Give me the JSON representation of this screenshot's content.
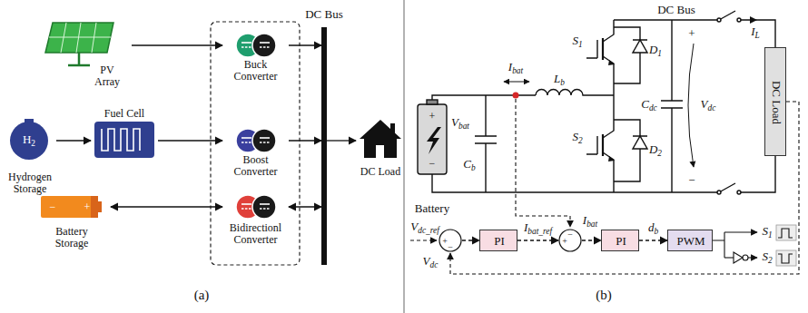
{
  "diagram": {
    "nodes": [
      {
        "text": [
          "PV Array"
        ]
      },
      {
        "text": [
          "H2",
          "Hydrogen Storage"
        ]
      },
      {
        "text": [
          "Fuel Cell"
        ]
      },
      {
        "text": [
          "Battery Storage"
        ]
      },
      {
        "text": [
          "Buck Converter"
        ]
      },
      {
        "text": [
          "Boost Converter"
        ]
      },
      {
        "text": [
          "Bidirectionl Converter"
        ]
      },
      {
        "text": [
          "DC Bus"
        ]
      },
      {
        "text": [
          "DC Load"
        ]
      },
      {
        "text": [
          "+",
          "−"
        ]
      },
      {
        "text": [
          "PI"
        ]
      },
      {
        "text": [
          "+",
          "−"
        ]
      },
      {
        "text": [
          "PI"
        ]
      },
      {
        "text": [
          "PWM"
        ]
      },
      {
        "text": [
          "DC Load"
        ]
      }
    ],
    "edges": [
      {
        "from": 0,
        "to": 4,
        "arrow": "to"
      },
      {
        "from": 1,
        "to": 2,
        "arrow": "to"
      },
      {
        "from": 2,
        "to": 5,
        "arrow": "to"
      },
      {
        "from": 3,
        "to": 6,
        "arrow": "both"
      },
      {
        "from": 4,
        "to": 7,
        "arrow": "to"
      },
      {
        "from": 5,
        "to": 7,
        "arrow": "to"
      },
      {
        "from": 6,
        "to": 7,
        "arrow": "both"
      },
      {
        "from": 7,
        "to": 8,
        "arrow": "to"
      },
      {
        "from": 9,
        "to": 10,
        "arrow": "to"
      },
      {
        "from": 10,
        "to": 11,
        "arrow": "to",
        "label": "Ibat_ref"
      },
      {
        "from": 11,
        "to": 12,
        "arrow": "to"
      },
      {
        "from": 12,
        "to": 13,
        "arrow": "to",
        "label": "db"
      }
    ],
    "labels": [
      "−",
      "+",
      "(a)",
      "DC Bus",
      "+",
      "−",
      "IL",
      "S1",
      "D1",
      "S2",
      "D2",
      "Lb",
      "Ibat",
      "Cb",
      "Vbat",
      "Battery",
      "Cdc",
      "Vdc",
      "Ibat",
      "Vdc_ref",
      "Vdc",
      "S1",
      "S2",
      "(b)",
      "+",
      "−"
    ]
  }
}
